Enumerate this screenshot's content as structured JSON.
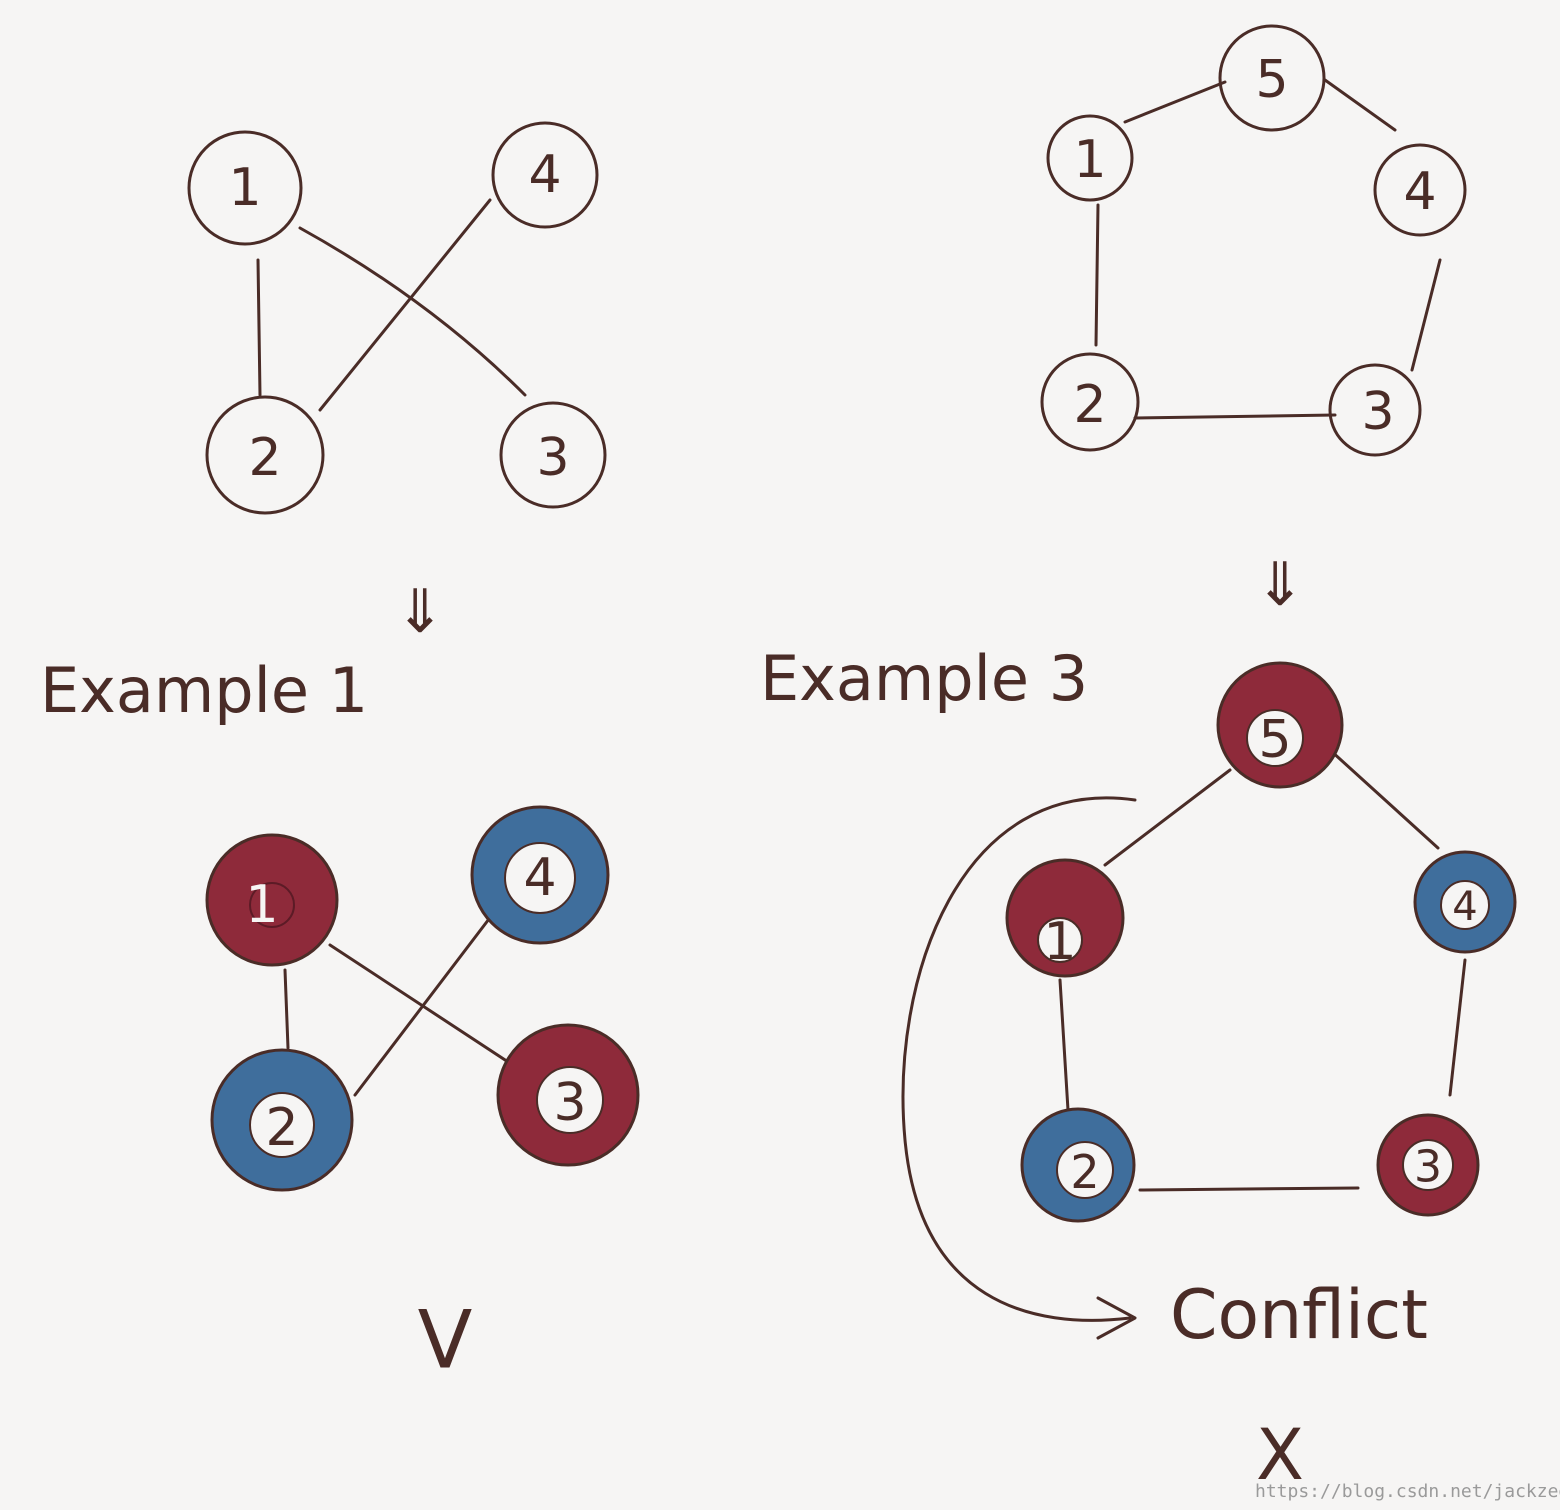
{
  "diagrams": [
    {
      "id": "example1",
      "caption": "Example 1",
      "result_mark": "V",
      "nodes": [
        {
          "id": "1"
        },
        {
          "id": "2"
        },
        {
          "id": "3"
        },
        {
          "id": "4"
        }
      ],
      "edges": [
        [
          "1",
          "2"
        ],
        [
          "1",
          "3"
        ],
        [
          "2",
          "4"
        ]
      ],
      "coloring": {
        "1": "red",
        "2": "blue",
        "3": "red",
        "4": "blue"
      }
    },
    {
      "id": "example3",
      "caption": "Example 3",
      "result_mark": "X",
      "annotation": "Conflict",
      "nodes": [
        {
          "id": "1"
        },
        {
          "id": "2"
        },
        {
          "id": "3"
        },
        {
          "id": "4"
        },
        {
          "id": "5"
        }
      ],
      "edges": [
        [
          "5",
          "1"
        ],
        [
          "5",
          "4"
        ],
        [
          "1",
          "2"
        ],
        [
          "4",
          "3"
        ],
        [
          "2",
          "3"
        ]
      ],
      "coloring": {
        "5": "red",
        "1": "red",
        "4": "blue",
        "2": "blue",
        "3": "red"
      }
    }
  ],
  "arrow_glyph": "⇓",
  "colors": {
    "ink": "#4a2c27",
    "red": "#8e2a3a",
    "blue": "#3f6e9c",
    "paper": "#f6f5f4"
  },
  "watermark": "https://blog.csdn.net/jackzee"
}
